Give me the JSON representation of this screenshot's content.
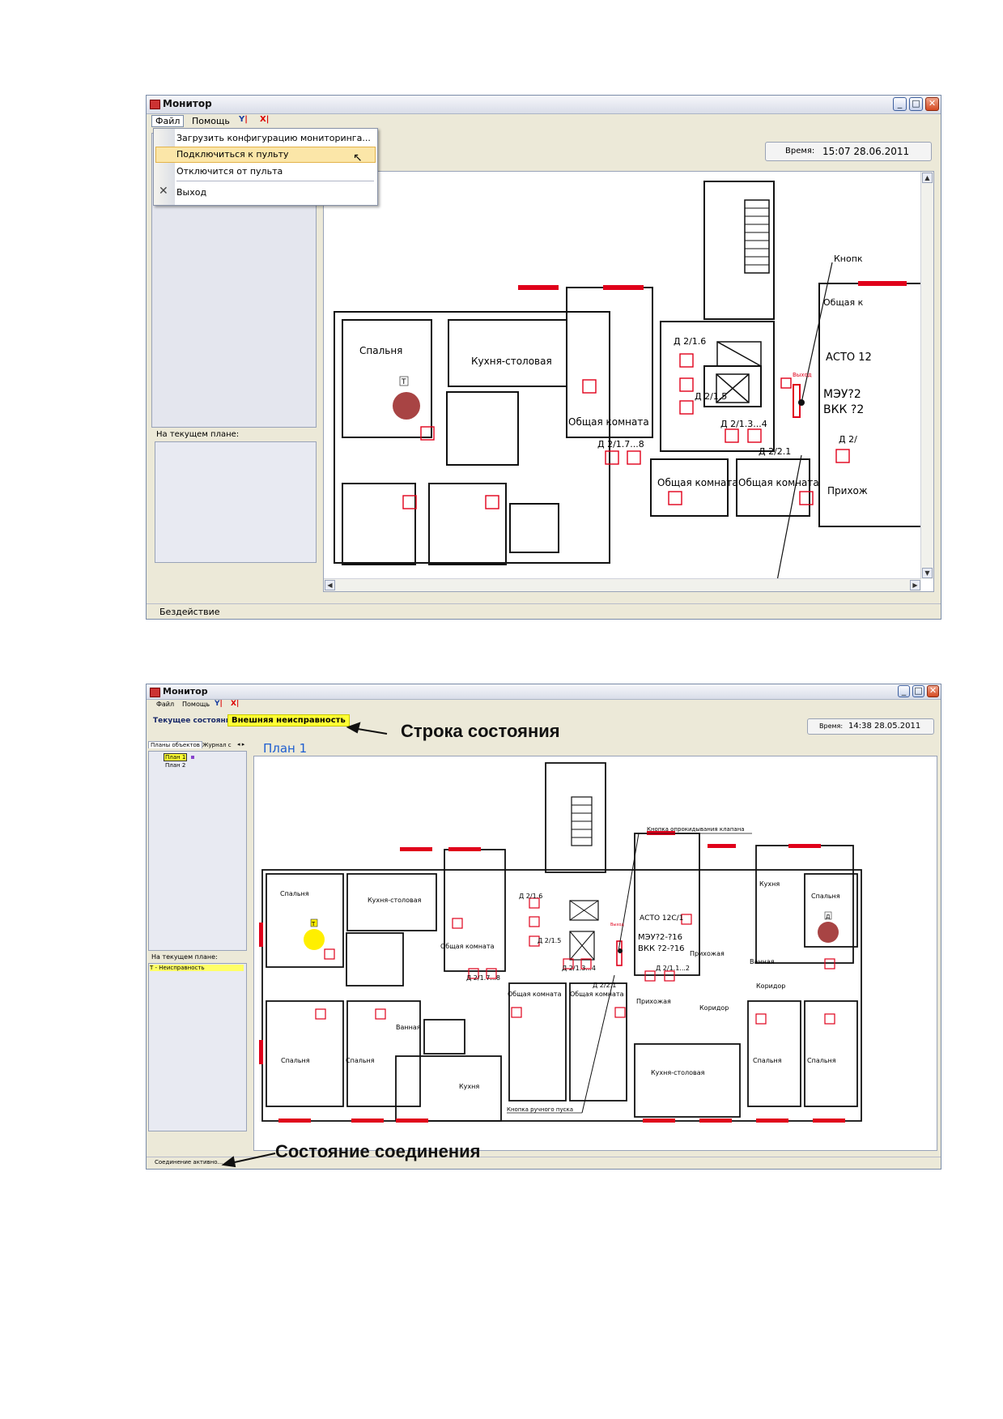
{
  "window1": {
    "title": "Монитор",
    "menu": {
      "file": "Файл",
      "help": "Помощь"
    },
    "dropdown": {
      "load_config": "Загрузить конфигурацию мониторинга...",
      "connect": "Подключиться к пульту",
      "disconnect": "Отключится от пульта",
      "exit": "Выход"
    },
    "time_label": "Время:",
    "time_value": "15:07 28.06.2011",
    "on_current_plan": "На текущем плане:",
    "status": "Бездействие",
    "rooms": [
      "Спальня",
      "Кухня-столовая",
      "Общая комната",
      "Общая комната",
      "Общая комната",
      "Прихож"
    ],
    "device_labels": [
      "Д 2/1.6",
      "Д 2/1.5",
      "Д 2/1.3...4",
      "Д 2/1.7...8",
      "Д 2/2.1",
      "Д 2/"
    ],
    "equipment": [
      "АСТО 12",
      "МЭУ?2",
      "ВКК ?2",
      "Кнопк",
      "Общая к",
      "Выход"
    ],
    "sensor_tag": "Т"
  },
  "window2": {
    "title": "Монитор",
    "menu": {
      "file": "Файл",
      "help": "Помощь"
    },
    "current_state_label": "Текущее состояние:",
    "current_state_value": "Внешняя неисправность",
    "time_label": "Время:",
    "time_value": "14:38 28.05.2011",
    "tabs": [
      "Планы объектов",
      "Журнал с"
    ],
    "tree": [
      "План 1",
      "План 2"
    ],
    "plan_title": "План 1",
    "on_current_plan": "На текущем плане:",
    "alarm_item": "Т - Неисправность",
    "status": "Соединение активно...",
    "rooms": [
      "Спальня",
      "Кухня-столовая",
      "Общая комната",
      "Кухня",
      "Спальня",
      "Общая комната",
      "Общая комната",
      "Прихожая",
      "Ванная",
      "Коридор",
      "Прихожая",
      "Коридор",
      "Спальня",
      "Спальня",
      "Ванная",
      "Кухня",
      "Кухня-столовая",
      "Спальня",
      "Спальня"
    ],
    "device_labels": [
      "Д 2/1.6",
      "Д 2/1.5",
      "Д 2/1.3...4",
      "Д 2/1.7...8",
      "Д 2/2.1",
      "Д 2/1.1...2"
    ],
    "equipment": [
      "АСТО 12С/1",
      "МЭУ?2-?16",
      "ВКК ?2-?16",
      "Выход"
    ],
    "button_callout_top": "Кнопка опрокидывания клапана",
    "button_callout_bottom": "Кнопка ручного пуска",
    "sensor_tags": [
      "Т",
      "Д"
    ]
  },
  "annotations": {
    "status_line": "Строка состояния",
    "connection_state": "Состояние соединения"
  },
  "colors": {
    "alarm_red": "#e0001a",
    "sensor_fault_yellow": "#ffef00",
    "sensor_idle": "#a84444",
    "state_highlight": "#ffff33",
    "plan_title_blue": "#1f5fd0"
  }
}
